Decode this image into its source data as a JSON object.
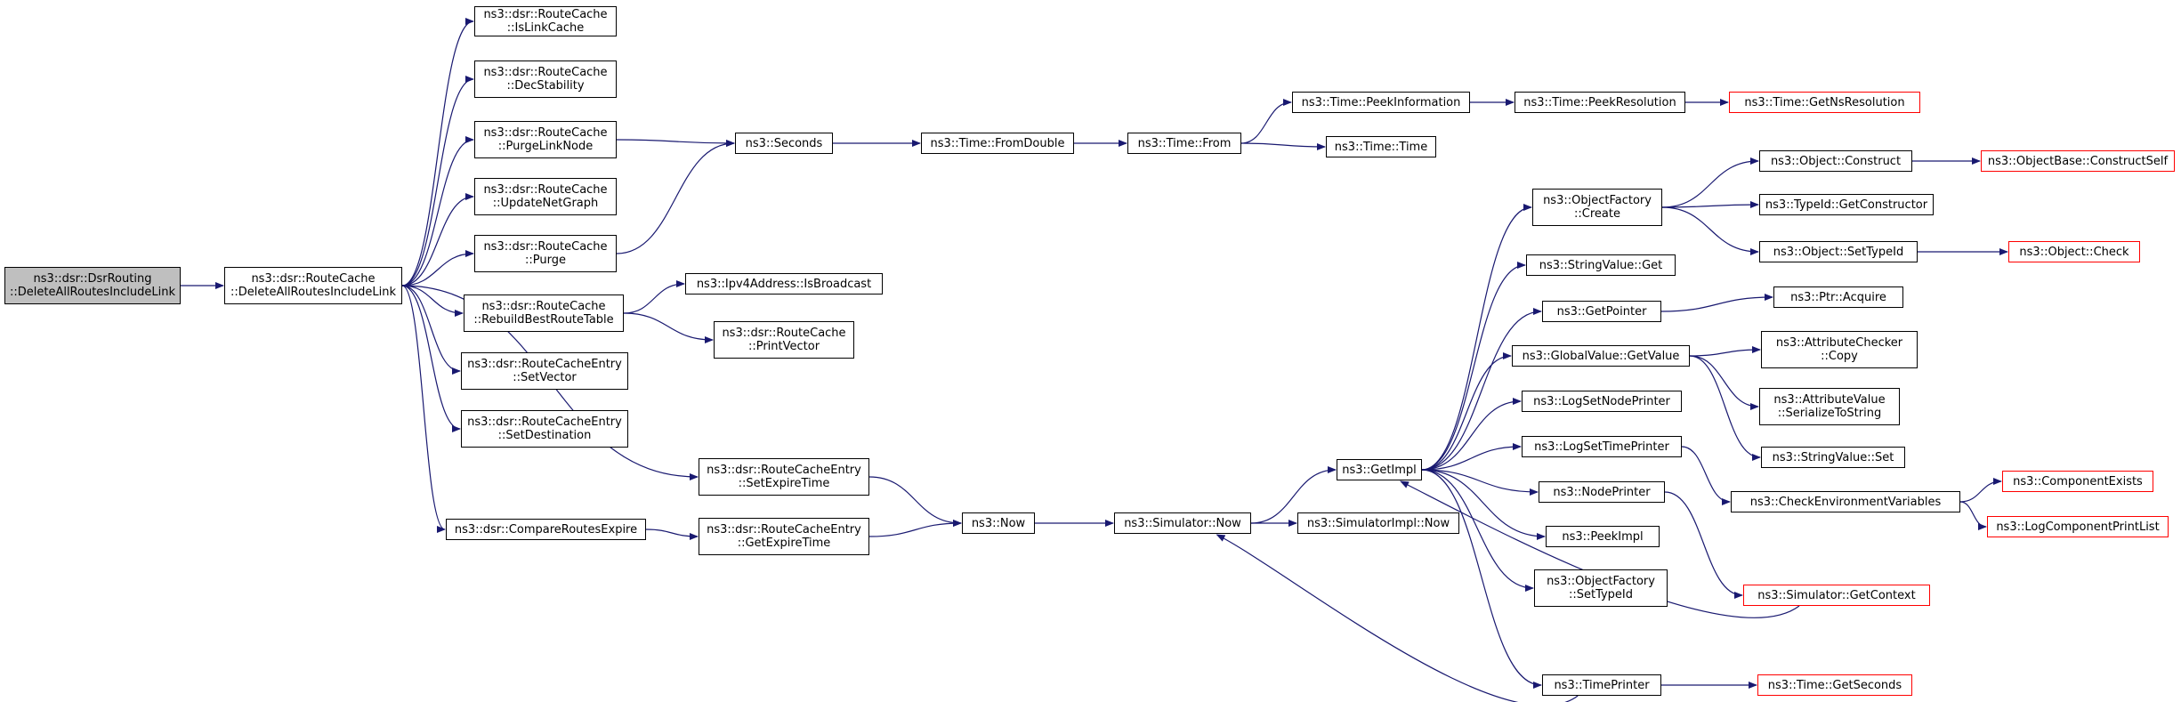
{
  "colors": {
    "edge": "#191970",
    "border": "#000000",
    "incomplete_border": "#ff0000",
    "root_fill": "#bfbfbf"
  },
  "nodes": [
    {
      "id": "n0",
      "lines": [
        "ns3::dsr::DsrRouting",
        "::DeleteAllRoutesIncludeLink"
      ],
      "root": true
    },
    {
      "id": "n1",
      "lines": [
        "ns3::dsr::RouteCache",
        "::DeleteAllRoutesIncludeLink"
      ]
    },
    {
      "id": "n2",
      "lines": [
        "ns3::dsr::RouteCache",
        "::IsLinkCache"
      ]
    },
    {
      "id": "n3",
      "lines": [
        "ns3::dsr::RouteCache",
        "::DecStability"
      ]
    },
    {
      "id": "n4",
      "lines": [
        "ns3::dsr::RouteCache",
        "::PurgeLinkNode"
      ]
    },
    {
      "id": "n5",
      "lines": [
        "ns3::dsr::RouteCache",
        "::UpdateNetGraph"
      ]
    },
    {
      "id": "n6",
      "lines": [
        "ns3::dsr::RouteCache",
        "::Purge"
      ]
    },
    {
      "id": "n7",
      "lines": [
        "ns3::dsr::RouteCache",
        "::RebuildBestRouteTable"
      ]
    },
    {
      "id": "n8",
      "lines": [
        "ns3::dsr::RouteCacheEntry",
        "::SetVector"
      ]
    },
    {
      "id": "n9",
      "lines": [
        "ns3::dsr::RouteCacheEntry",
        "::SetDestination"
      ]
    },
    {
      "id": "n10",
      "lines": [
        "ns3::dsr::CompareRoutesExpire"
      ]
    },
    {
      "id": "n11",
      "lines": [
        "ns3::Seconds"
      ]
    },
    {
      "id": "n12",
      "lines": [
        "ns3::Ipv4Address::IsBroadcast"
      ]
    },
    {
      "id": "n13",
      "lines": [
        "ns3::dsr::RouteCache",
        "::PrintVector"
      ]
    },
    {
      "id": "n14",
      "lines": [
        "ns3::dsr::RouteCacheEntry",
        "::SetExpireTime"
      ]
    },
    {
      "id": "n15",
      "lines": [
        "ns3::dsr::RouteCacheEntry",
        "::GetExpireTime"
      ]
    },
    {
      "id": "n16",
      "lines": [
        "ns3::Time::FromDouble"
      ]
    },
    {
      "id": "n17",
      "lines": [
        "ns3::Now"
      ]
    },
    {
      "id": "n18",
      "lines": [
        "ns3::Time::From"
      ]
    },
    {
      "id": "n19",
      "lines": [
        "ns3::Simulator::Now"
      ]
    },
    {
      "id": "n20",
      "lines": [
        "ns3::Time::PeekInformation"
      ]
    },
    {
      "id": "n21",
      "lines": [
        "ns3::Time::Time"
      ]
    },
    {
      "id": "n22",
      "lines": [
        "ns3::GetImpl"
      ]
    },
    {
      "id": "n23",
      "lines": [
        "ns3::SimulatorImpl::Now"
      ]
    },
    {
      "id": "n24",
      "lines": [
        "ns3::Time::PeekResolution"
      ]
    },
    {
      "id": "n25",
      "lines": [
        "ns3::Time::GetNsResolution"
      ],
      "incomplete": true
    },
    {
      "id": "n26",
      "lines": [
        "ns3::ObjectFactory",
        "::Create"
      ]
    },
    {
      "id": "n27",
      "lines": [
        "ns3::StringValue::Get"
      ]
    },
    {
      "id": "n28",
      "lines": [
        "ns3::GetPointer"
      ]
    },
    {
      "id": "n29",
      "lines": [
        "ns3::GlobalValue::GetValue"
      ]
    },
    {
      "id": "n30",
      "lines": [
        "ns3::LogSetNodePrinter"
      ]
    },
    {
      "id": "n31",
      "lines": [
        "ns3::LogSetTimePrinter"
      ]
    },
    {
      "id": "n32",
      "lines": [
        "ns3::NodePrinter"
      ]
    },
    {
      "id": "n33",
      "lines": [
        "ns3::PeekImpl"
      ]
    },
    {
      "id": "n34",
      "lines": [
        "ns3::ObjectFactory",
        "::SetTypeId"
      ]
    },
    {
      "id": "n35",
      "lines": [
        "ns3::TimePrinter"
      ]
    },
    {
      "id": "n36",
      "lines": [
        "ns3::Object::Construct"
      ]
    },
    {
      "id": "n37",
      "lines": [
        "ns3::TypeId::GetConstructor"
      ]
    },
    {
      "id": "n38",
      "lines": [
        "ns3::Object::SetTypeId"
      ]
    },
    {
      "id": "n39",
      "lines": [
        "ns3::Ptr::Acquire"
      ]
    },
    {
      "id": "n40",
      "lines": [
        "ns3::AttributeChecker",
        "::Copy"
      ]
    },
    {
      "id": "n41",
      "lines": [
        "ns3::AttributeValue",
        "::SerializeToString"
      ]
    },
    {
      "id": "n42",
      "lines": [
        "ns3::StringValue::Set"
      ]
    },
    {
      "id": "n43",
      "lines": [
        "ns3::CheckEnvironmentVariables"
      ]
    },
    {
      "id": "n44",
      "lines": [
        "ns3::Simulator::GetContext"
      ],
      "incomplete": true
    },
    {
      "id": "n45",
      "lines": [
        "ns3::Time::GetSeconds"
      ],
      "incomplete": true
    },
    {
      "id": "n46",
      "lines": [
        "ns3::ObjectBase::ConstructSelf"
      ],
      "incomplete": true
    },
    {
      "id": "n47",
      "lines": [
        "ns3::Object::Check"
      ],
      "incomplete": true
    },
    {
      "id": "n48",
      "lines": [
        "ns3::ComponentExists"
      ],
      "incomplete": true
    },
    {
      "id": "n49",
      "lines": [
        "ns3::LogComponentPrintList"
      ],
      "incomplete": true
    }
  ],
  "edges": [
    [
      "n0",
      "n1"
    ],
    [
      "n1",
      "n2"
    ],
    [
      "n1",
      "n3"
    ],
    [
      "n1",
      "n4"
    ],
    [
      "n1",
      "n5"
    ],
    [
      "n1",
      "n6"
    ],
    [
      "n1",
      "n7"
    ],
    [
      "n1",
      "n8"
    ],
    [
      "n1",
      "n9"
    ],
    [
      "n1",
      "n14"
    ],
    [
      "n1",
      "n10"
    ],
    [
      "n4",
      "n11"
    ],
    [
      "n6",
      "n11"
    ],
    [
      "n11",
      "n16"
    ],
    [
      "n16",
      "n18"
    ],
    [
      "n18",
      "n20"
    ],
    [
      "n18",
      "n21"
    ],
    [
      "n20",
      "n24"
    ],
    [
      "n24",
      "n25"
    ],
    [
      "n7",
      "n12"
    ],
    [
      "n7",
      "n13"
    ],
    [
      "n14",
      "n17"
    ],
    [
      "n10",
      "n15"
    ],
    [
      "n15",
      "n17"
    ],
    [
      "n17",
      "n19"
    ],
    [
      "n19",
      "n22"
    ],
    [
      "n19",
      "n23"
    ],
    [
      "n22",
      "n26"
    ],
    [
      "n22",
      "n27"
    ],
    [
      "n22",
      "n28"
    ],
    [
      "n22",
      "n29"
    ],
    [
      "n22",
      "n30"
    ],
    [
      "n22",
      "n31"
    ],
    [
      "n22",
      "n32"
    ],
    [
      "n22",
      "n33"
    ],
    [
      "n22",
      "n34"
    ],
    [
      "n22",
      "n35"
    ],
    [
      "n26",
      "n36"
    ],
    [
      "n26",
      "n37"
    ],
    [
      "n26",
      "n38"
    ],
    [
      "n36",
      "n46"
    ],
    [
      "n38",
      "n47"
    ],
    [
      "n28",
      "n39"
    ],
    [
      "n29",
      "n40"
    ],
    [
      "n29",
      "n41"
    ],
    [
      "n29",
      "n42"
    ],
    [
      "n31",
      "n43"
    ],
    [
      "n43",
      "n48"
    ],
    [
      "n43",
      "n49"
    ],
    [
      "n32",
      "n44"
    ],
    [
      "n44",
      "n22"
    ],
    [
      "n35",
      "n19"
    ],
    [
      "n35",
      "n45"
    ]
  ]
}
